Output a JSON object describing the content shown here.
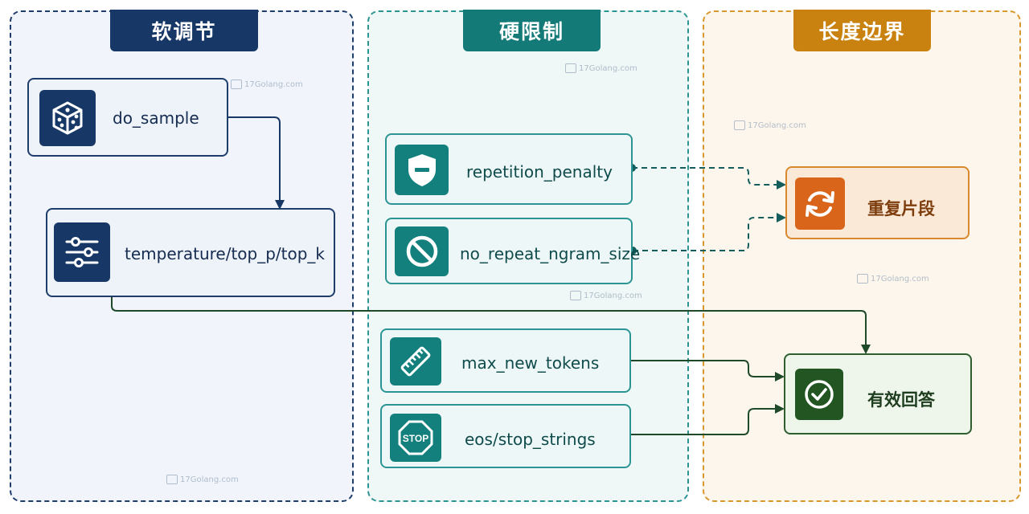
{
  "panels": {
    "soft": {
      "title": "软调节"
    },
    "hard": {
      "title": "硬限制"
    },
    "length": {
      "title": "长度边界"
    }
  },
  "nodes": {
    "do_sample": {
      "label": "do_sample",
      "icon": "dice-icon"
    },
    "temperature": {
      "label": "temperature/top_p/top_k",
      "icon": "sliders-icon"
    },
    "repetition_penalty": {
      "label": "repetition_penalty",
      "icon": "shield-minus-icon"
    },
    "no_repeat_ngram_size": {
      "label": "no_repeat_ngram_size",
      "icon": "prohibited-icon"
    },
    "max_new_tokens": {
      "label": "max_new_tokens",
      "icon": "ruler-icon"
    },
    "eos_stop_strings": {
      "label": "eos/stop_strings",
      "icon": "stop-sign-icon",
      "icon_text": "STOP"
    },
    "repeat_fragment": {
      "label": "重复片段",
      "icon": "refresh-icon"
    },
    "valid_answer": {
      "label": "有效回答",
      "icon": "check-circle-icon"
    }
  },
  "watermark": {
    "text": "17Golang.com"
  },
  "colors": {
    "soft": "#173866",
    "hard": "#13807d",
    "length": "#c9820f",
    "repeat": "#d9651a",
    "valid": "#235523"
  }
}
